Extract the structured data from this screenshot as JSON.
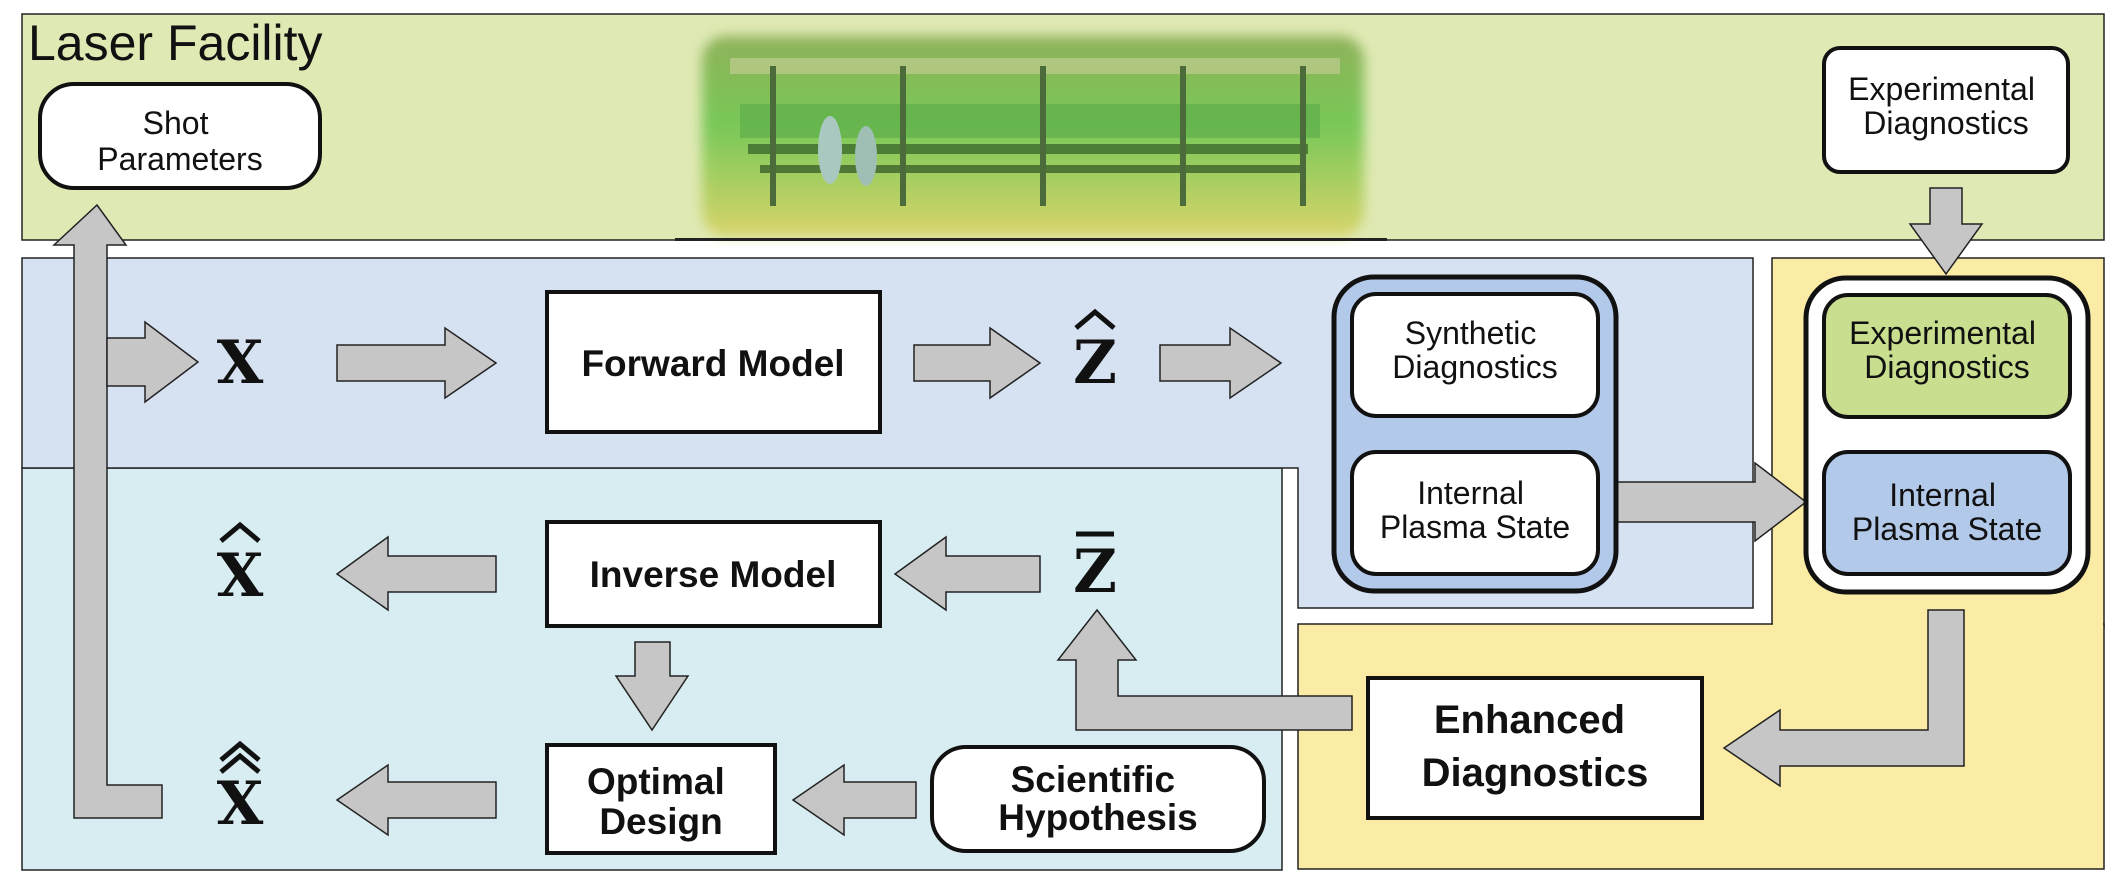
{
  "facility": {
    "title": "Laser Facility",
    "shot_parameters": [
      "Shot",
      "Parameters"
    ],
    "experimental_diagnostics_top": [
      "Experimental",
      "Diagnostics"
    ]
  },
  "forward": {
    "model_label": "Forward Model",
    "x_symbol": "X",
    "zhat_symbol": "Z"
  },
  "synthetic_group": {
    "synthetic_diagnostics": [
      "Synthetic",
      "Diagnostics"
    ],
    "internal_plasma_state": [
      "Internal",
      "Plasma State"
    ]
  },
  "experimental_group": {
    "experimental_diagnostics": [
      "Experimental",
      "Diagnostics"
    ],
    "internal_plasma_state": [
      "Internal",
      "Plasma State"
    ]
  },
  "inverse": {
    "model_label": "Inverse Model",
    "xhat_symbol": "X",
    "zbar_symbol": "Z",
    "xhathat_symbol": "X"
  },
  "design": {
    "optimal_design": [
      "Optimal",
      "Design"
    ],
    "scientific_hypothesis": [
      "Scientific",
      "Hypothesis"
    ],
    "enhanced_diagnostics": [
      "Enhanced",
      "Diagnostics"
    ]
  },
  "colors": {
    "facility_bg": "#dfe9b4",
    "forward_bg": "#d6e1f2",
    "inverse_bg": "#d7edf2",
    "yellow_bg": "#fbeca5",
    "arrow_fill": "#c6c6c6",
    "exp_diag_fill": "#c9de8e",
    "plasma_fill": "#b3c9ea",
    "stroke": "#111111"
  }
}
